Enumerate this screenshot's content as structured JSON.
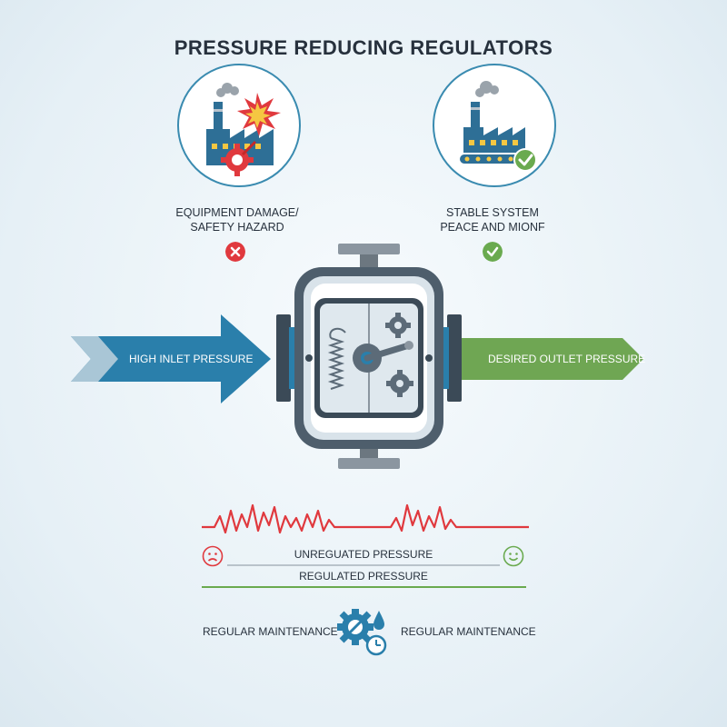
{
  "title": "PRESSURE REDUCING REGULATORS",
  "outcomes": {
    "bad": {
      "caption_line1": "EQUIPMENT DAMAGE/",
      "caption_line2": "SAFETY HAZARD",
      "icon": "factory-explosion-icon",
      "status_icon": "x-circle-icon",
      "color": "#e0393e"
    },
    "good": {
      "caption_line1": "STABLE SYSTEM",
      "caption_line2": "PEACE AND MIONF",
      "icon": "factory-conveyor-icon",
      "status_icon": "check-circle-icon",
      "color": "#6aaa4f"
    }
  },
  "flow": {
    "inlet_label": "HIGH INLET PRESSURE",
    "outlet_label": "DESIRED OUTLET PRESSURE",
    "inlet_color": "#2a7fab",
    "outlet_color": "#6fa653",
    "regulator_icon": "regulator-valve-icon"
  },
  "pressure": {
    "unregulated_label": "UNREGUATED PRESSURE",
    "regulated_label": "REGULATED PRESSURE",
    "unregulated_color": "#e0393e",
    "regulated_color": "#6aaa4f",
    "sad_icon": "sad-face-icon",
    "happy_icon": "happy-face-icon"
  },
  "maintenance": {
    "left_label": "REGULAR MAINTENANCE",
    "right_label": "REGULAR MAINTENANCE",
    "icon": "maintenance-gear-icon"
  }
}
